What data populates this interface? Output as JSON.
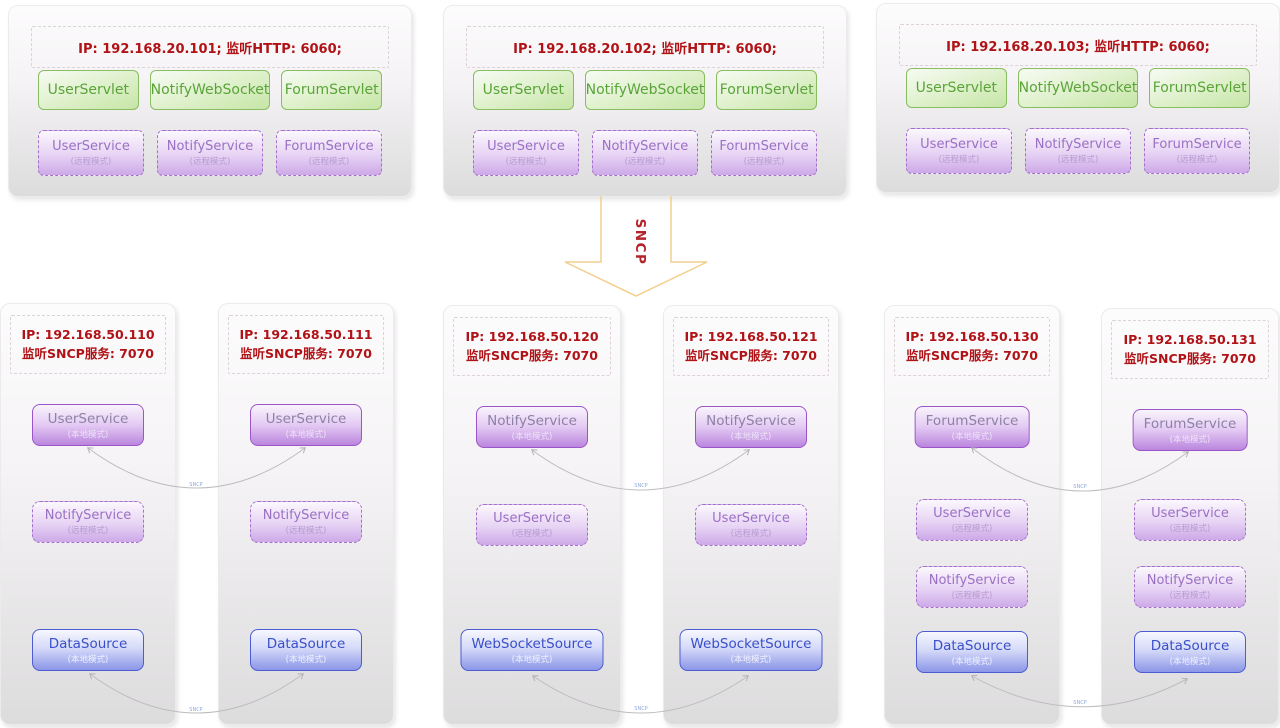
{
  "top_servers": [
    {
      "ip_info": "IP: 192.168.20.101;  监听HTTP: 6060;",
      "servlets": [
        "UserServlet",
        "NotifyWebSocket",
        "ForumServlet"
      ],
      "remote_services": [
        {
          "name": "UserService",
          "mode": "(远程模式)"
        },
        {
          "name": "NotifyService",
          "mode": "(远程模式)"
        },
        {
          "name": "ForumService",
          "mode": "(远程模式)"
        }
      ]
    },
    {
      "ip_info": "IP: 192.168.20.102;  监听HTTP: 6060;",
      "servlets": [
        "UserServlet",
        "NotifyWebSocket",
        "ForumServlet"
      ],
      "remote_services": [
        {
          "name": "UserService",
          "mode": "(远程模式)"
        },
        {
          "name": "NotifyService",
          "mode": "(远程模式)"
        },
        {
          "name": "ForumService",
          "mode": "(远程模式)"
        }
      ]
    },
    {
      "ip_info": "IP: 192.168.20.103;  监听HTTP: 6060;",
      "servlets": [
        "UserServlet",
        "NotifyWebSocket",
        "ForumServlet"
      ],
      "remote_services": [
        {
          "name": "UserService",
          "mode": "(远程模式)"
        },
        {
          "name": "NotifyService",
          "mode": "(远程模式)"
        },
        {
          "name": "ForumService",
          "mode": "(远程模式)"
        }
      ]
    }
  ],
  "sncp_arrow": {
    "label": "SNCP"
  },
  "connector_label": "SNCP",
  "sncp_nodes": [
    {
      "ip_line1": "IP: 192.168.50.110",
      "ip_line2": "监听SNCP服务: 7070",
      "local_service": {
        "name": "UserService",
        "mode": "(本地模式)"
      },
      "remote_services": [
        {
          "name": "NotifyService",
          "mode": "(远程模式)"
        }
      ],
      "source": {
        "name": "DataSource",
        "mode": "(本地模式)"
      }
    },
    {
      "ip_line1": "IP: 192.168.50.111",
      "ip_line2": "监听SNCP服务: 7070",
      "local_service": {
        "name": "UserService",
        "mode": "(本地模式)"
      },
      "remote_services": [
        {
          "name": "NotifyService",
          "mode": "(远程模式)"
        }
      ],
      "source": {
        "name": "DataSource",
        "mode": "(本地模式)"
      }
    },
    {
      "ip_line1": "IP: 192.168.50.120",
      "ip_line2": "监听SNCP服务: 7070",
      "local_service": {
        "name": "NotifyService",
        "mode": "(本地模式)"
      },
      "remote_services": [
        {
          "name": "UserService",
          "mode": "(远程模式)"
        }
      ],
      "source": {
        "name": "WebSocketSource",
        "mode": "(本地模式)"
      }
    },
    {
      "ip_line1": "IP: 192.168.50.121",
      "ip_line2": "监听SNCP服务: 7070",
      "local_service": {
        "name": "NotifyService",
        "mode": "(本地模式)"
      },
      "remote_services": [
        {
          "name": "UserService",
          "mode": "(远程模式)"
        }
      ],
      "source": {
        "name": "WebSocketSource",
        "mode": "(本地模式)"
      }
    },
    {
      "ip_line1": "IP: 192.168.50.130",
      "ip_line2": "监听SNCP服务: 7070",
      "local_service": {
        "name": "ForumService",
        "mode": "(本地模式)"
      },
      "remote_services": [
        {
          "name": "UserService",
          "mode": "(远程模式)"
        },
        {
          "name": "NotifyService",
          "mode": "(远程模式)"
        }
      ],
      "source": {
        "name": "DataSource",
        "mode": "(本地模式)"
      }
    },
    {
      "ip_line1": "IP: 192.168.50.131",
      "ip_line2": "监听SNCP服务: 7070",
      "local_service": {
        "name": "ForumService",
        "mode": "(本地模式)"
      },
      "remote_services": [
        {
          "name": "UserService",
          "mode": "(远程模式)"
        },
        {
          "name": "NotifyService",
          "mode": "(远程模式)"
        }
      ],
      "source": {
        "name": "DataSource",
        "mode": "(本地模式)"
      }
    }
  ],
  "colors": {
    "ip_text": "#b01216",
    "servlet_green_border": "#89bd61",
    "servlet_green_text": "#5aa43a",
    "service_purple_border": "#9a55c8",
    "service_purple_text": "#9a70c4",
    "source_blue_border": "#4d5cd2",
    "source_blue_text": "#3a4fc9",
    "arrow_outline": "#f3cf8d",
    "arrow_label": "#b3242a",
    "connector_line": "#bdbbbf"
  }
}
